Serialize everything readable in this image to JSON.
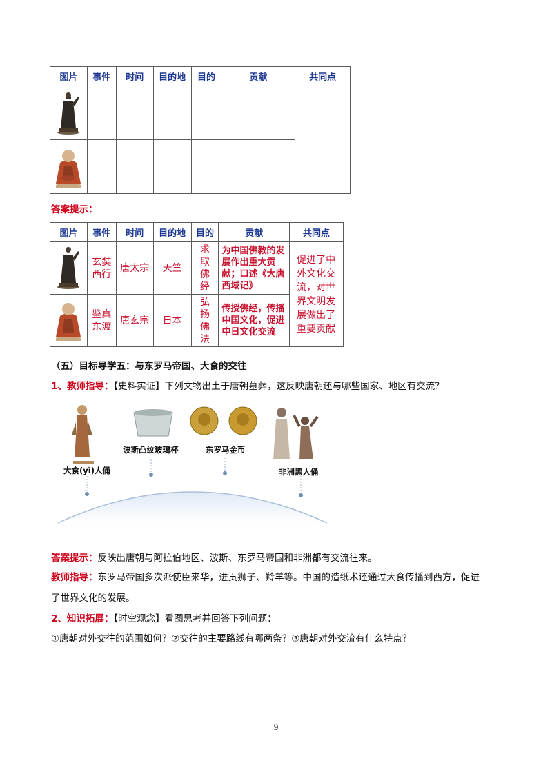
{
  "table_blank": {
    "headers": [
      "图片",
      "事件",
      "时间",
      "目的地",
      "目的",
      "贡献",
      "共同点"
    ]
  },
  "answer_hint_label": "答案提示：",
  "table_answer": {
    "headers": [
      "图片",
      "事件",
      "时间",
      "目的地",
      "目的",
      "贡献",
      "共同点"
    ],
    "rows": [
      {
        "event": "玄奘西行",
        "time": "唐太宗",
        "destination": "天竺",
        "purpose": "求取佛经",
        "contribution": "为中国佛教的发展作出重大贡献；口述《大唐西域记》"
      },
      {
        "event": "鉴真东渡",
        "time": "唐玄宗",
        "destination": "日本",
        "purpose": "弘扬佛法",
        "contribution": "传授佛经，传播中国文化，促进中日文化交流"
      }
    ],
    "common": "促进了中外文化交流，对世界文明发展做出了重要贡献"
  },
  "section5_title": "（五）目标导学五：与东罗马帝国、大食的交往",
  "q1": {
    "label": "1、教师指导：",
    "text": "【史料实证】下列文物出土于唐朝墓葬，这反映唐朝还与哪些国家、地区有交流？"
  },
  "relics": {
    "figure1": "大食(yì)人俑",
    "cup": "波斯凸纹玻璃杯",
    "coins": "东罗马金币",
    "figure2": "非洲黑人俑"
  },
  "answer2": {
    "label": "答案提示：",
    "text": "反映出唐朝与阿拉伯地区、波斯、东罗马帝国和非洲都有交流往来。"
  },
  "teacher": {
    "label": "教师指导：",
    "text1": "东罗马帝国多次派使臣来华，进贡狮子、羚羊等。中国的造纸术还通过大食传播到西方，促进",
    "text2": "了世界文化的发展。"
  },
  "q2": {
    "label": "2、知识拓展：",
    "text": "【时空观念】看图思考并回答下列问题："
  },
  "q2_questions": "①唐朝对外交往的范围如何？②交往的主要路线有哪两条？③唐朝对外交流有什么特点？",
  "page_number": "9"
}
